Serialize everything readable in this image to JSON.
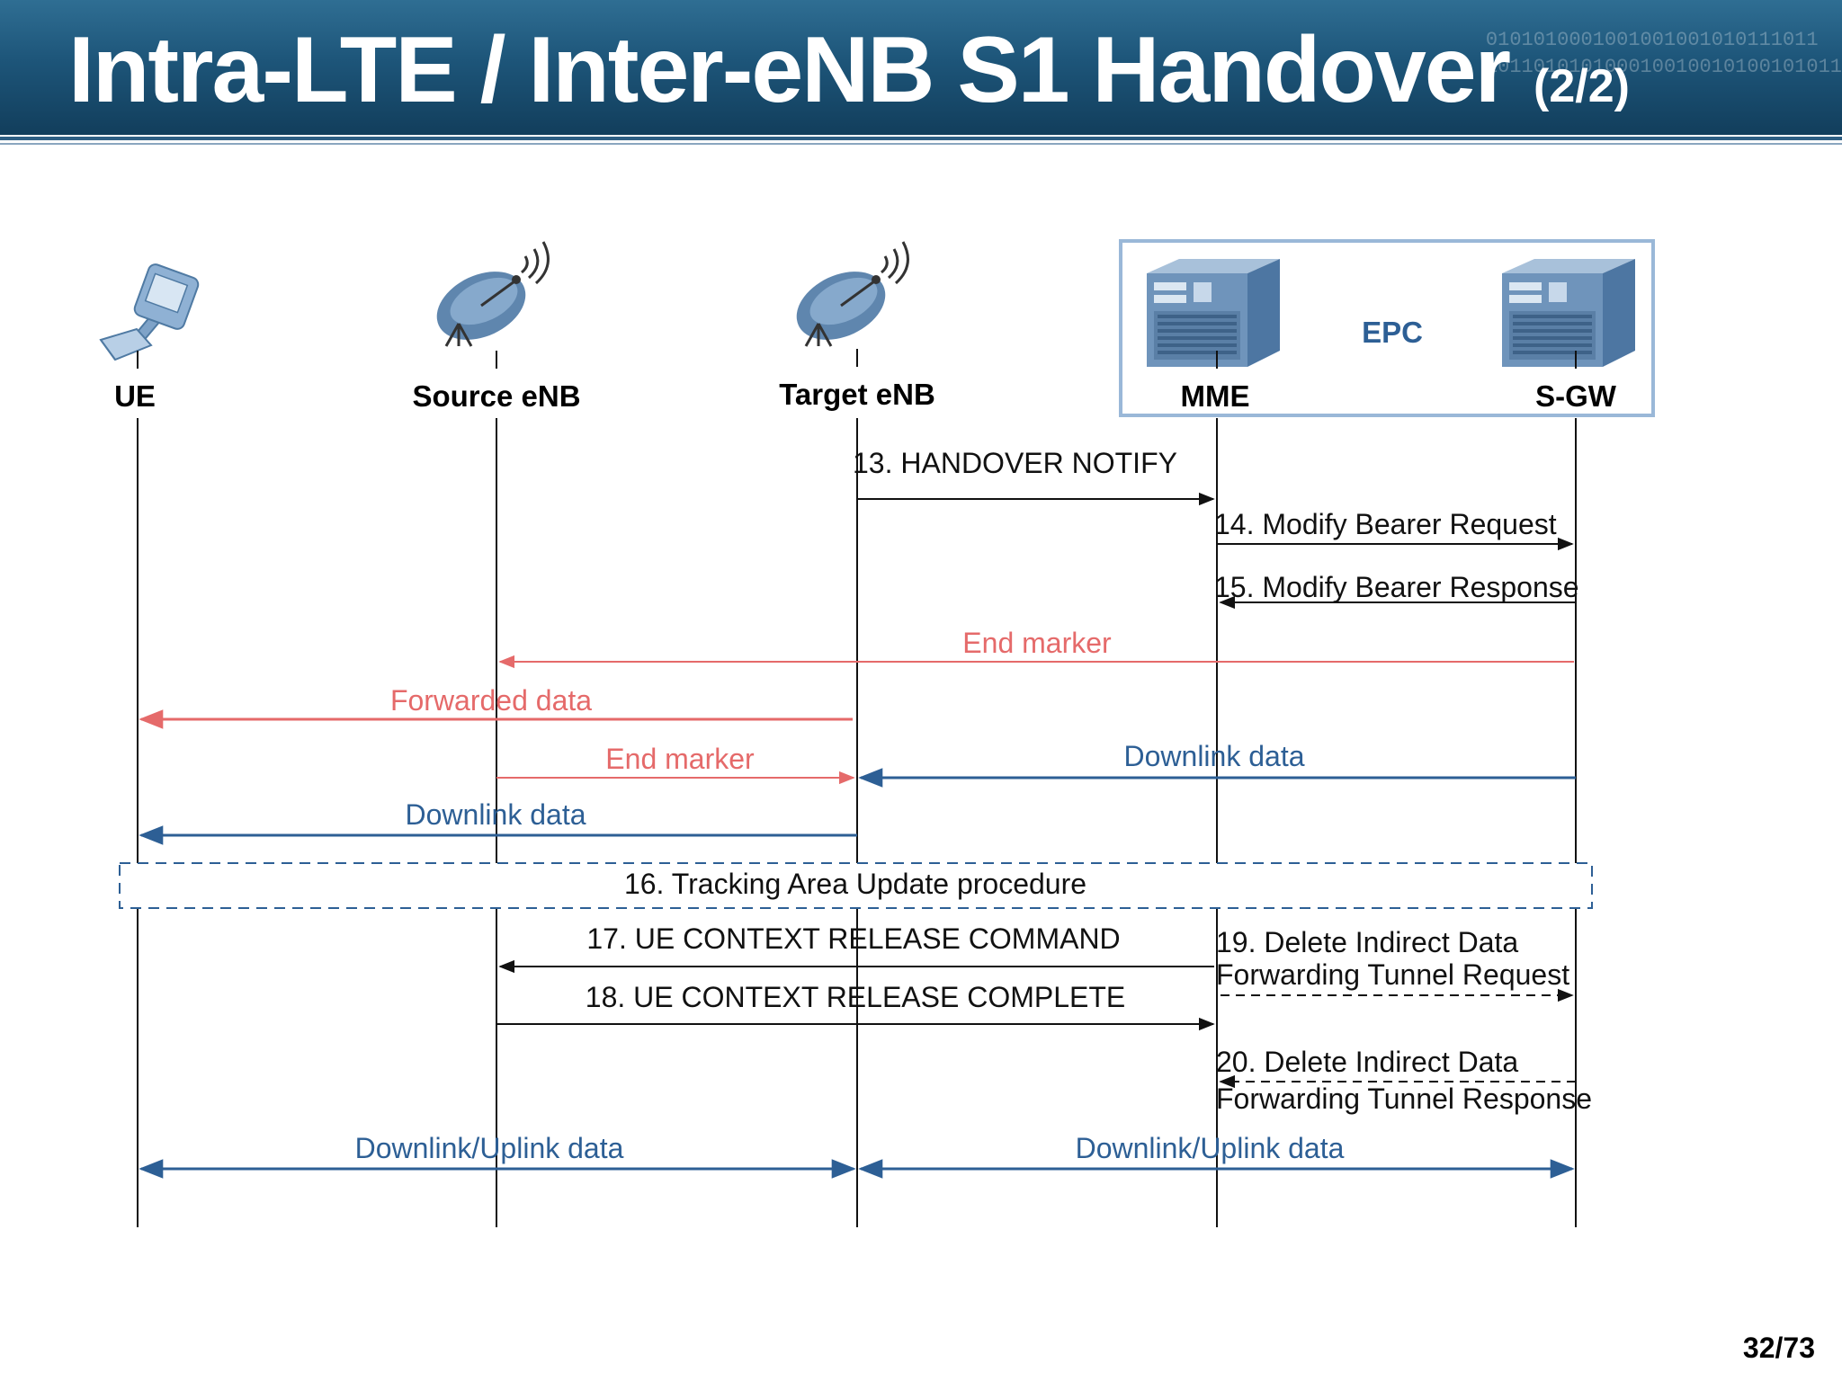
{
  "slide": {
    "title": "Intra-LTE / Inter-eNB S1 Handover",
    "title_suffix": "(2/2)",
    "page_number": "32/73",
    "decor_binary": "0101010001001001001010111011\n101101010100010010010100101011"
  },
  "colors": {
    "header": "#1d5579",
    "black": "#111111",
    "red": "#e56a6a",
    "blue": "#2d5f95",
    "epc_border": "#9ab8d8"
  },
  "nodes": [
    {
      "id": "ue",
      "label": "UE",
      "icon": "phone-icon"
    },
    {
      "id": "source-enb",
      "label": "Source eNB",
      "icon": "satellite-dish-icon"
    },
    {
      "id": "target-enb",
      "label": "Target eNB",
      "icon": "satellite-dish-icon"
    },
    {
      "id": "mme",
      "label": "MME",
      "icon": "server-icon"
    },
    {
      "id": "sgw",
      "label": "S-GW",
      "icon": "server-icon"
    }
  ],
  "epc_label": "EPC",
  "messages": {
    "m13": "13. HANDOVER NOTIFY",
    "m14": "14. Modify Bearer Request",
    "m15": "15. Modify Bearer Response",
    "end_marker_1": "End marker",
    "forwarded_data": "Forwarded data",
    "end_marker_2": "End marker",
    "downlink_data_1": "Downlink data",
    "downlink_data_2": "Downlink data",
    "m16": "16. Tracking Area Update procedure",
    "m17": "17. UE CONTEXT RELEASE COMMAND",
    "m18": "18. UE CONTEXT RELEASE COMPLETE",
    "m19_line1": "19. Delete Indirect Data",
    "m19_line2": "Forwarding Tunnel Request",
    "m20_line1": "20. Delete Indirect Data",
    "m20_line2": "Forwarding Tunnel Response",
    "dl_ul_data_1": "Downlink/Uplink data",
    "dl_ul_data_2": "Downlink/Uplink data"
  }
}
